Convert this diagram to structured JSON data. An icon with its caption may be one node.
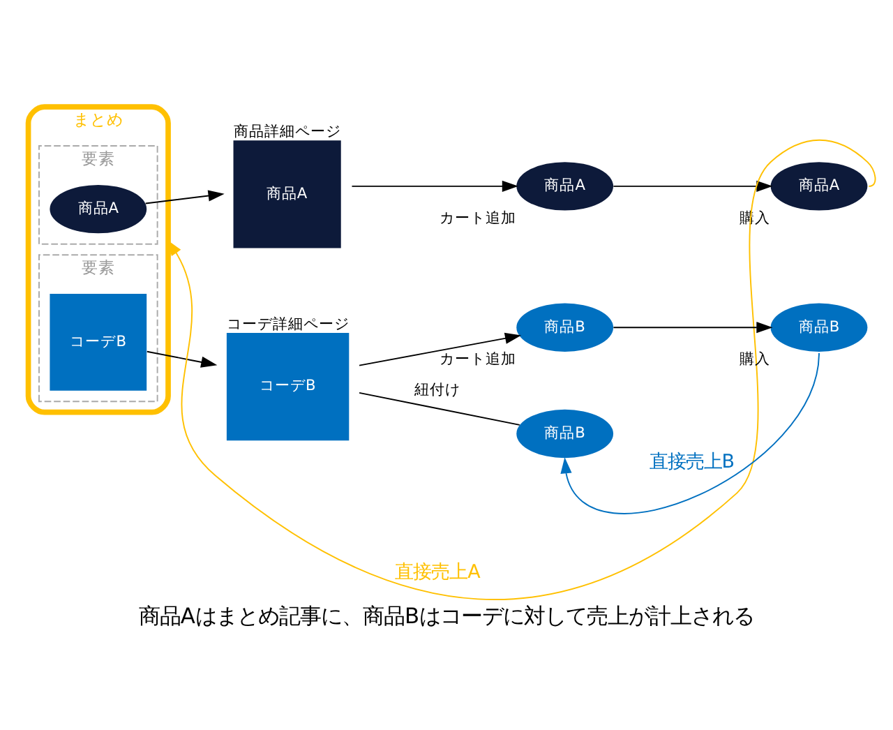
{
  "diagram": {
    "caption": "商品Aはまとめ記事に、商品Bはコーデに対して売上が計上される",
    "nodes": [
      {
        "text": [
          "まとめ"
        ]
      },
      {
        "text": [
          "要素"
        ],
        "in": 0
      },
      {
        "text": [
          "商品A"
        ],
        "in": 1
      },
      {
        "text": [
          "要素"
        ],
        "in": 0
      },
      {
        "text": [
          "コーデB"
        ],
        "in": 3
      },
      {
        "text": [
          "商品詳細ページ",
          "商品A"
        ]
      },
      {
        "text": [
          "商品A"
        ],
        "beside": [
          "カート追加"
        ]
      },
      {
        "text": [
          "商品A"
        ],
        "beside": [
          "購入"
        ]
      },
      {
        "text": [
          "コーデ詳細ページ",
          "コーデB"
        ]
      },
      {
        "text": [
          "商品B"
        ],
        "beside": [
          "カート追加"
        ]
      },
      {
        "text": [
          "商品B"
        ],
        "beside": [
          "購入"
        ]
      },
      {
        "text": [
          "商品B"
        ]
      }
    ],
    "edges": [
      {
        "from": 2,
        "to": 5,
        "arrow": "to"
      },
      {
        "from": 5,
        "to": 6,
        "arrow": "to"
      },
      {
        "from": 6,
        "to": 7,
        "arrow": "to"
      },
      {
        "from": 7,
        "to": 0,
        "arrow": "to",
        "label": "直接売上A",
        "color": "#ffc000"
      },
      {
        "from": 4,
        "to": 8,
        "arrow": "to"
      },
      {
        "from": 8,
        "to": 9,
        "arrow": "to"
      },
      {
        "from": 9,
        "to": 10,
        "arrow": "to"
      },
      {
        "from": 8,
        "to": 11,
        "arrow": "none",
        "label": "紐付け"
      },
      {
        "from": 10,
        "to": 11,
        "arrow": "to",
        "label": "直接売上B",
        "color": "#0070c0"
      }
    ]
  }
}
